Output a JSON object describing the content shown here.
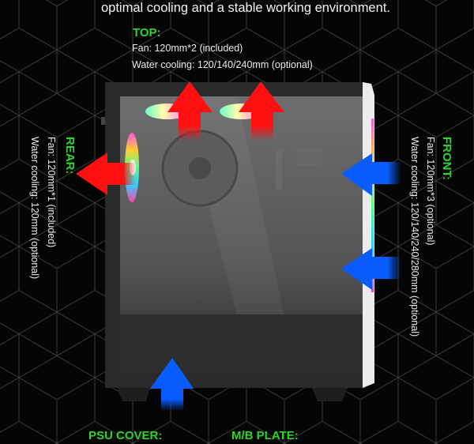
{
  "intro": {
    "text": "optimal cooling and a stable working environment."
  },
  "top": {
    "label": "TOP:",
    "fan": "Fan: 120mm*2 (included)",
    "water": "Water cooling: 120/140/240mm (optional)"
  },
  "rear": {
    "label": "REAR:",
    "fan": "Fan: 120mm*1 (included)",
    "water": "Water cooling: 120mm (optional)"
  },
  "front": {
    "label": "FRONT:",
    "fan": "Fan: 120mm*3 (optional)",
    "water": "Water cooling: 120/140/240/280mm (optional)"
  },
  "bottom": {
    "psu_label": "PSU COVER:",
    "mb_label": "M/B PLATE:"
  },
  "colors": {
    "accent_green": "#2ed52a",
    "exhaust_red": "#ff1010",
    "intake_blue": "#0a5cff",
    "background": "#050505"
  },
  "airflow": {
    "exhaust": [
      "top-left",
      "top-right",
      "rear"
    ],
    "intake": [
      "front-upper",
      "front-lower",
      "bottom"
    ]
  }
}
